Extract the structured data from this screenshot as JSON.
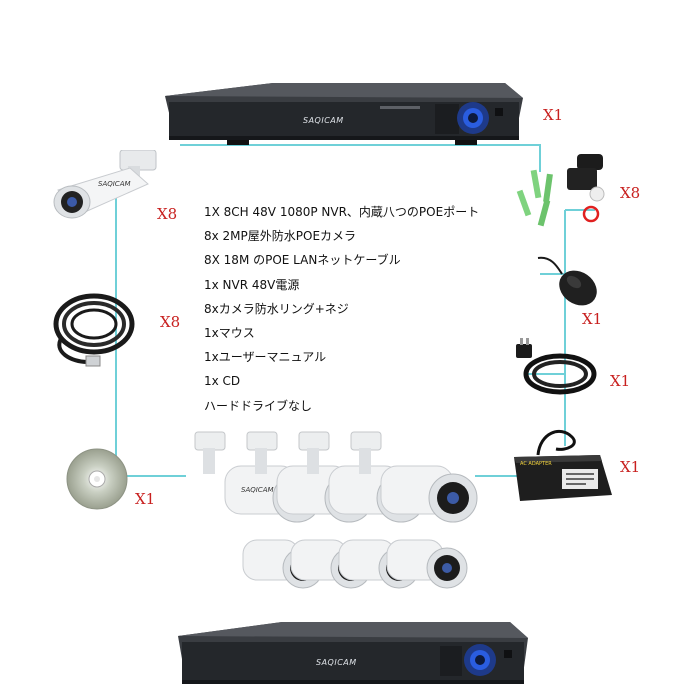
{
  "colors": {
    "connector": "#6fd0d8",
    "quantity_text": "#c8201f",
    "nvr_body": "#2b2e33",
    "nvr_blue": "#2a5de0"
  },
  "nvr_top": {
    "brand": "SAQICAM",
    "qty": "X1"
  },
  "nvr_bottom": {
    "brand": "SAQICAM"
  },
  "camera_single": {
    "brand": "SAQICAM",
    "qty": "X8"
  },
  "lan_cable": {
    "qty": "X8"
  },
  "cd": {
    "qty": "X1"
  },
  "screws_kit": {
    "qty": "X8"
  },
  "mouse": {
    "qty": "X1"
  },
  "power_cord": {
    "qty": "X1"
  },
  "adapter": {
    "label": "AC ADAPTER",
    "qty": "X1"
  },
  "camera_group": {
    "brand": "SAQICAM",
    "count": 8
  },
  "package_list": [
    "1X 8CH 48V 1080P NVR、内蔵八つのPOEポート",
    "8x 2MP屋外防水POEカメラ",
    "8X 18M のPOE LANネットケーブル",
    "1x NVR 48V電源",
    "8xカメラ防水リング+ネジ",
    "1xマウス",
    "1xユーザーマニュアル",
    "1x CD",
    "ハードドライブなし"
  ]
}
